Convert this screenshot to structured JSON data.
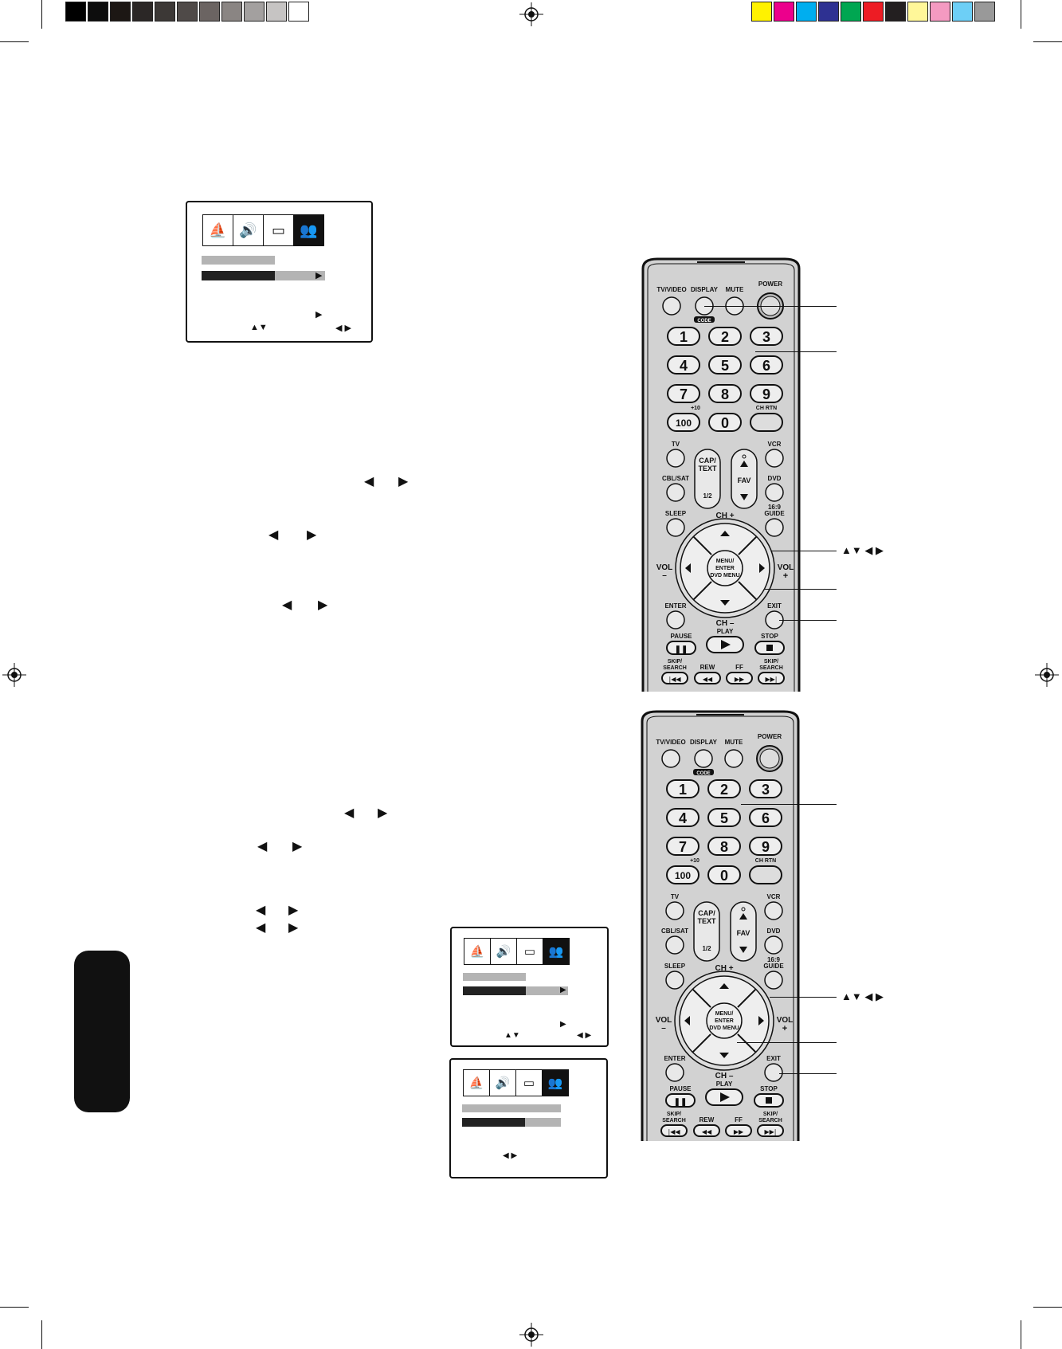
{
  "page": {
    "color_bar_left": [
      "#000000",
      "#0d0d0d",
      "#1c1714",
      "#2b2726",
      "#3c3836",
      "#4f4a48",
      "#6b6462",
      "#8a8583",
      "#a3a09f",
      "#c6c4c3",
      "#ffffff"
    ],
    "color_bar_right": [
      "#fff200",
      "#ec008c",
      "#00aeef",
      "#2e3192",
      "#00a651",
      "#ed1c24",
      "#231f20",
      "#fff799",
      "#f49ac1",
      "#6dcff6",
      "#999999"
    ]
  },
  "osd_menus": [
    {
      "icons": [
        "picture-icon",
        "speaker-icon",
        "tv-screen-icon",
        "parental-icon"
      ],
      "nav_hint": "▲▼",
      "select_hint": "◀ ▶",
      "row_arrow": "▶",
      "sub_arrow": "▶"
    },
    {
      "icons": [
        "picture-icon",
        "speaker-icon",
        "tv-screen-icon",
        "parental-icon"
      ],
      "nav_hint": "▲▼",
      "select_hint": "◀ ▶",
      "row_arrow": "▶",
      "sub_arrow": "▶"
    },
    {
      "icons": [
        "picture-icon",
        "speaker-icon",
        "tv-screen-icon",
        "parental-icon"
      ],
      "select_hint": "◀ ▶"
    }
  ],
  "inline_arrows": {
    "a1_left": "◀",
    "a1_right": "▶",
    "a2_left": "◀",
    "a2_right": "▶",
    "a3_left": "◀",
    "a3_right": "▶",
    "a4_left": "◀",
    "a4_right": "▶",
    "a5_left": "◀",
    "a5_right": "▶",
    "a6_left": "◀",
    "a6_right": "▶",
    "a7_left": "◀",
    "a7_right": "▶"
  },
  "remote": {
    "top_labels": [
      "TV/VIDEO",
      "DISPLAY",
      "MUTE",
      "POWER"
    ],
    "code_label": "CODE",
    "digits": [
      "1",
      "2",
      "3",
      "4",
      "5",
      "6",
      "7",
      "8",
      "9"
    ],
    "plus10": "+10",
    "hundred": "100",
    "zero": "0",
    "chrtn": "CH RTN",
    "tv": "TV",
    "vcr": "VCR",
    "cap_text": "CAP/ TEXT",
    "half": "1/2",
    "fav": "FAV",
    "cbl_sat": "CBL/SAT",
    "dvd": "DVD",
    "sleep": "SLEEP",
    "ch_plus": "CH +",
    "guide": "16:9 GUIDE",
    "vol_minus": "VOL",
    "vol_plus": "VOL",
    "menu_enter": "MENU/ ENTER DVD MENU",
    "enter": "ENTER",
    "ch_minus": "CH –",
    "exit": "EXIT",
    "pause": "PAUSE",
    "play": "PLAY",
    "stop": "STOP",
    "skip_search": "SKIP/ SEARCH",
    "rew": "REW",
    "ff": "FF"
  },
  "callouts": {
    "arrows_top": "▲▼ ◀ ▶",
    "arrows_bottom": "▲▼ ◀ ▶"
  }
}
